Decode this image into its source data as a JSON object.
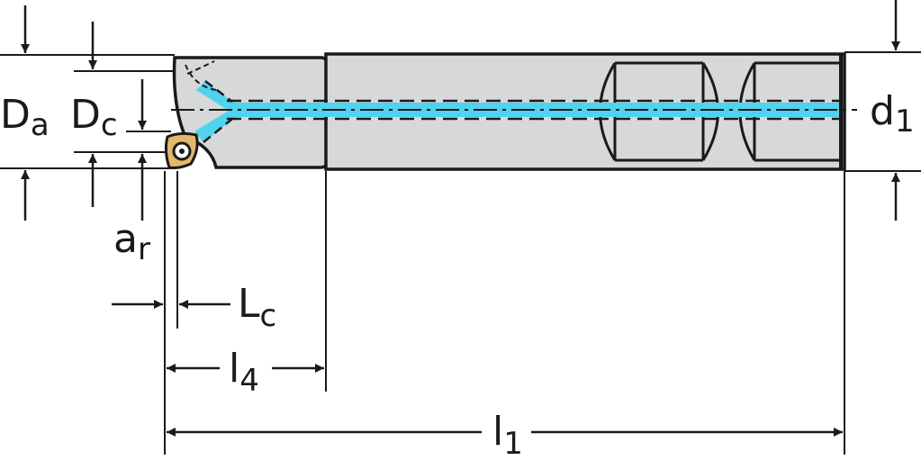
{
  "labels": {
    "Da": {
      "main": "D",
      "sub": "a"
    },
    "Dc": {
      "main": "D",
      "sub": "c"
    },
    "d1": {
      "main": "d",
      "sub": "1"
    },
    "ar": {
      "main": "a",
      "sub": "r"
    },
    "Lc": {
      "main": "L",
      "sub": "c"
    },
    "l4": {
      "main": "l",
      "sub": "4"
    },
    "l1": {
      "main": "l",
      "sub": "1"
    }
  },
  "colors": {
    "body": "#d6d8da",
    "outline": "#1a1a1a",
    "coolant": "#4fd3ee",
    "insert": "#e2b86a"
  }
}
